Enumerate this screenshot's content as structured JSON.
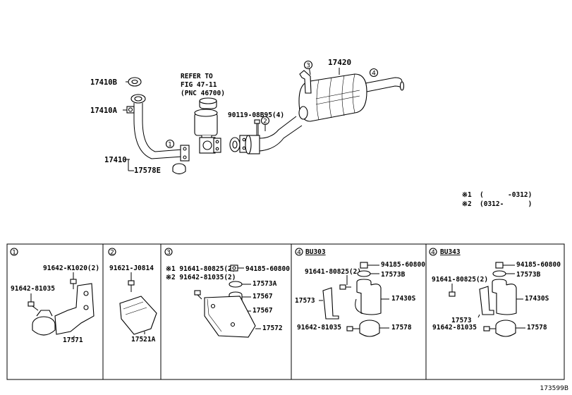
{
  "main": {
    "labels": {
      "p17410B": "17410B",
      "p17410A": "17410A",
      "p17410": "17410",
      "p17578E": "17578E",
      "refer1": "REFER TO",
      "refer2": "FIG 47-11",
      "refer3": "(PNC 46700)",
      "bolt": "90119-08B95(4)",
      "p17420": "17420"
    },
    "circles": {
      "c1": "1",
      "c2": "2",
      "c3": "3",
      "c4": "4"
    },
    "notes": [
      {
        "mark": "※1",
        "range": "(      -0312)"
      },
      {
        "mark": "※2",
        "range": "(0312-      )"
      }
    ]
  },
  "panels": [
    {
      "num": "1",
      "model": "",
      "labels": [
        "91642-K1020(2)",
        "91642-81035",
        "17571"
      ]
    },
    {
      "num": "2",
      "model": "",
      "labels": [
        "91621-J0814",
        "17521A"
      ]
    },
    {
      "num": "3",
      "model": "",
      "labels": [
        "※1 91641-80825(2)",
        "※2 91642-81035(2)",
        "94185-60800",
        "17573A",
        "17567",
        "17567",
        "17572"
      ]
    },
    {
      "num": "4",
      "model": "BU303",
      "labels": [
        "94185-60800",
        "91641-80825(2)",
        "17573B",
        "17573",
        "17430S",
        "91642-81035",
        "17578"
      ]
    },
    {
      "num": "4",
      "model": "BU343",
      "labels": [
        "94185-60800",
        "91641-80825(2)",
        "17573B",
        "17573",
        "17430S",
        "91642-81035",
        "17578"
      ]
    }
  ],
  "diagram_id": "173599B"
}
